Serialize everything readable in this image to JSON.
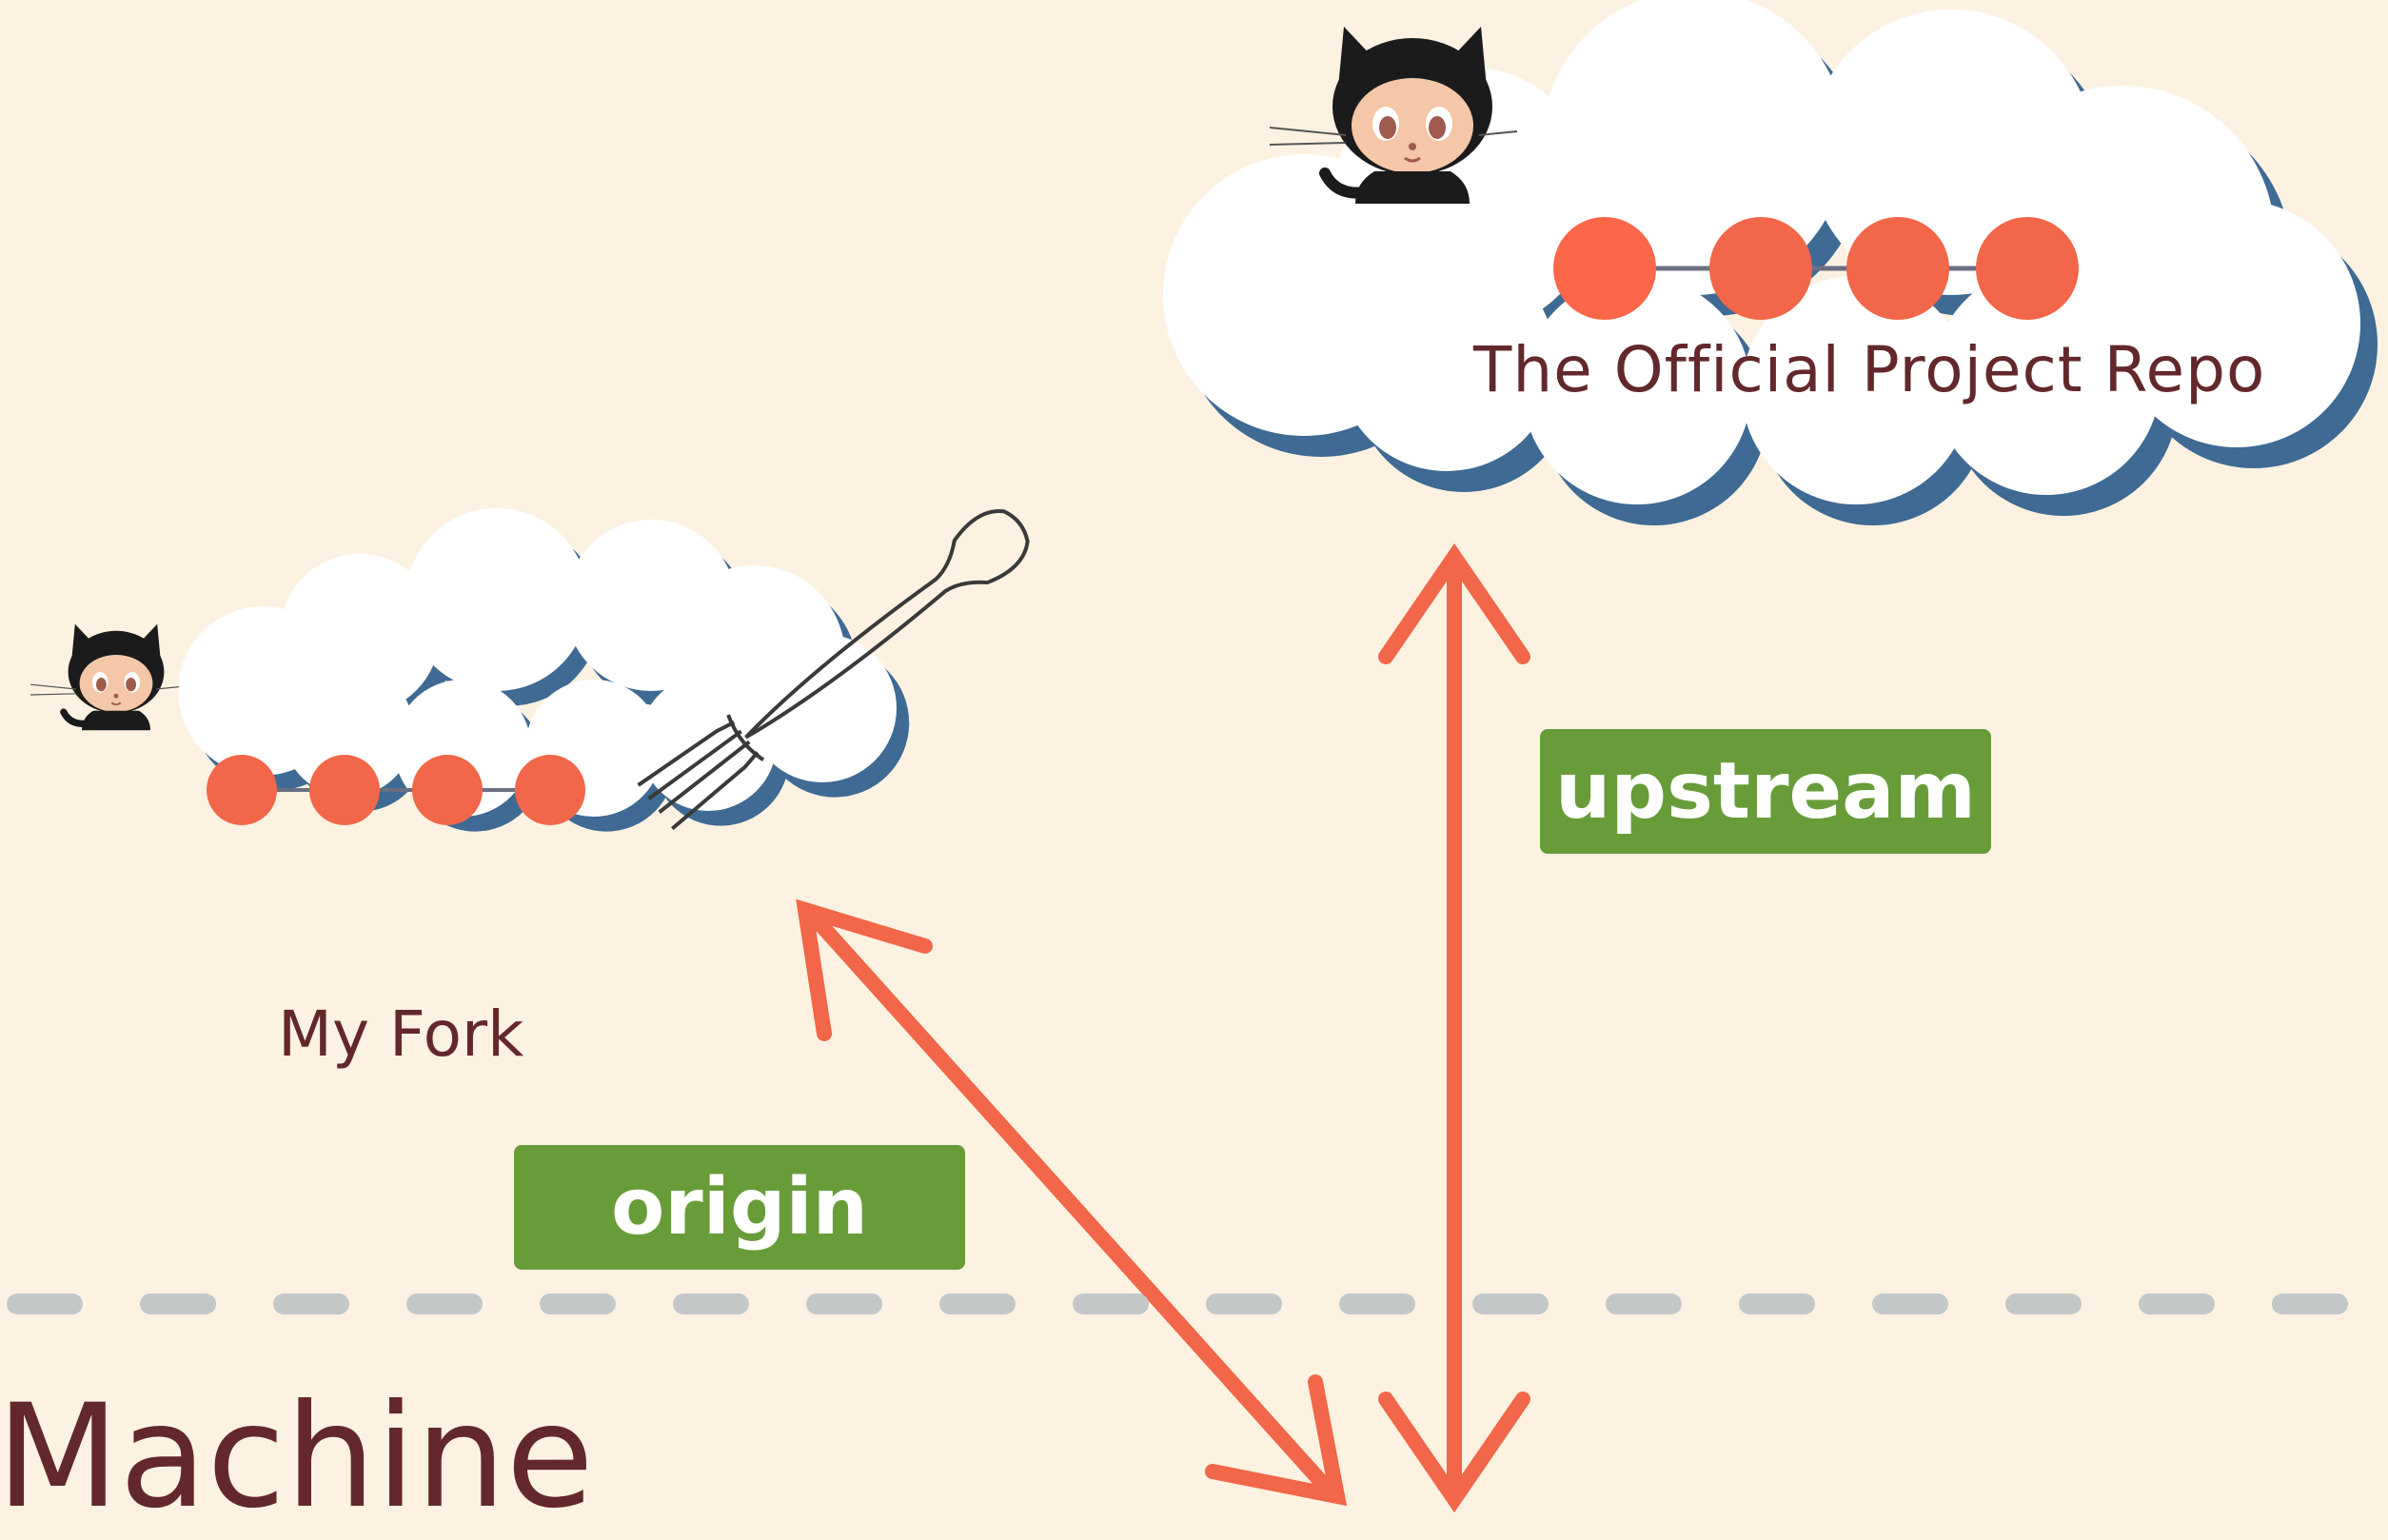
{
  "official_repo": {
    "title": "The Official Project Repo",
    "icon": "octocat-icon",
    "commits": 4
  },
  "fork": {
    "title": "My Fork",
    "icon": "octocat-icon",
    "commits": 4
  },
  "fork_icon": "fork-icon",
  "remotes": {
    "origin": "origin",
    "upstream": "upstream"
  },
  "machine": {
    "title": "Machine"
  },
  "colors": {
    "background": "#fdf2e1",
    "cloud": "#ffffff",
    "cloud_shadow": "#3f6a93",
    "commit": "#f26649",
    "arrow": "#f26649",
    "badge": "#689c39",
    "text": "#63282b",
    "divider": "#c3c7c8"
  }
}
